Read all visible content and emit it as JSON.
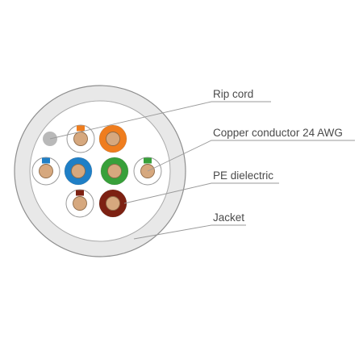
{
  "callouts": {
    "rip_cord": "Rip cord",
    "conductor": "Copper conductor 24 AWG",
    "dielectric": "PE dielectric",
    "jacket": "Jacket"
  },
  "colors": {
    "jacket_outer": "#8f8f8f",
    "jacket_fill": "#e8e8e8",
    "jacket_inner_edge": "#ababab",
    "jacket_bore": "#ffffff",
    "rip_cord": "#b9b9b9",
    "copper": "#d6a87e",
    "copper_edge": "#8e6a48",
    "orange": "#ef7d1e",
    "blue": "#1f7fc6",
    "green": "#38a03a",
    "brown": "#7d2112",
    "leader_line": "#9a9a9a"
  },
  "conductors": [
    {
      "pair": "orange",
      "solid": false
    },
    {
      "pair": "orange",
      "solid": true
    },
    {
      "pair": "blue",
      "solid": false
    },
    {
      "pair": "blue",
      "solid": true
    },
    {
      "pair": "green",
      "solid": true
    },
    {
      "pair": "green",
      "solid": false
    },
    {
      "pair": "brown",
      "solid": false
    },
    {
      "pair": "brown",
      "solid": true
    }
  ]
}
